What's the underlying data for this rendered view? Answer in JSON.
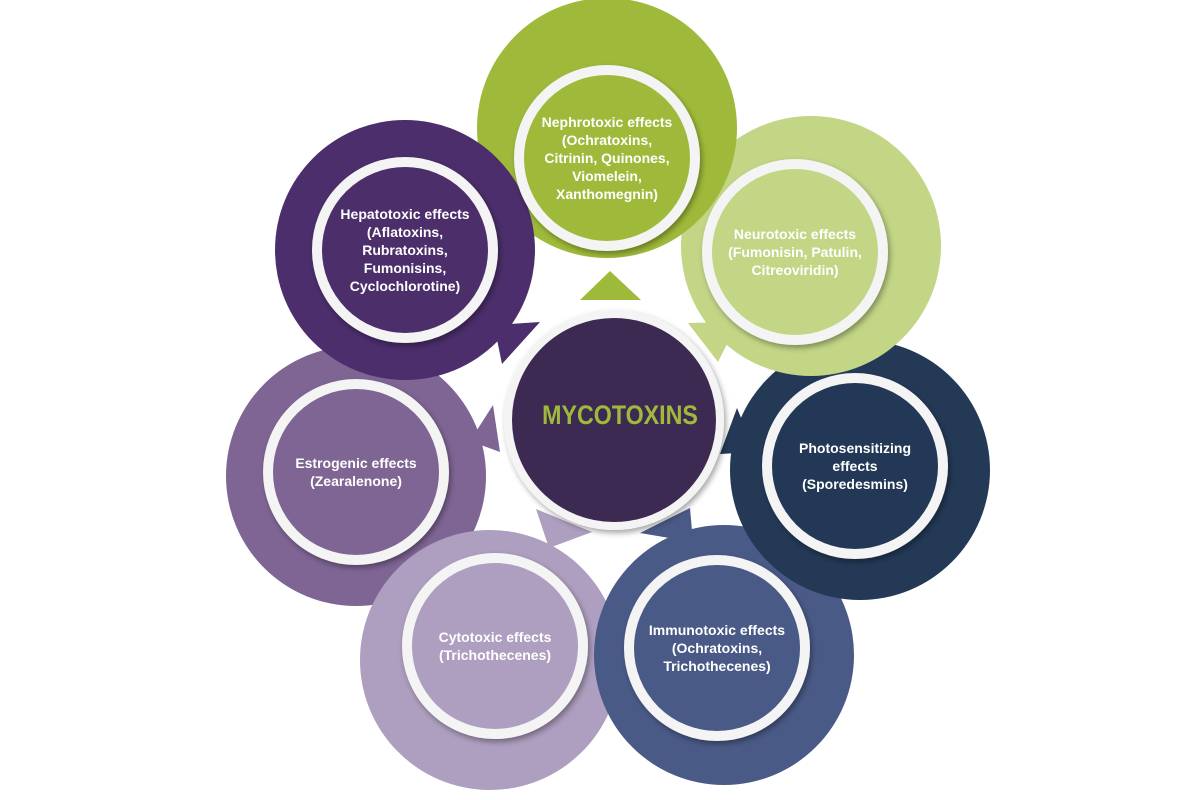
{
  "center": {
    "title": "MYCOTOXINS",
    "title_color": "#9fba3a",
    "fill": "#3c2a52"
  },
  "effects": [
    {
      "id": "hepatotoxic",
      "label": "Hepatotoxic effects (Aflatoxins, Rubratoxins, Fumonisins, Cyclochlorotine)",
      "color": "#4b2e6b"
    },
    {
      "id": "nephrotoxic",
      "label": "Nephrotoxic effects (Ochratoxins, Citrinin, Quinones, Viomelein, Xanthomegnin)",
      "color": "#9fba3a"
    },
    {
      "id": "neurotoxic",
      "label": "Neurotoxic effects (Fumonisin, Patulin, Citreoviridin)",
      "color": "#c2d686"
    },
    {
      "id": "photosensitizing",
      "label": "Photosensitizing effects (Sporedesmins)",
      "color": "#233956"
    },
    {
      "id": "immunotoxic",
      "label": "Immunotoxic effects (Ochratoxins, Trichothecenes)",
      "color": "#4a5a87"
    },
    {
      "id": "cytotoxic",
      "label": "Cytotoxic effects (Trichothecenes)",
      "color": "#ae9ebf"
    },
    {
      "id": "estrogenic",
      "label": "Estrogenic effects (Zearalenone)",
      "color": "#7f6594"
    }
  ]
}
